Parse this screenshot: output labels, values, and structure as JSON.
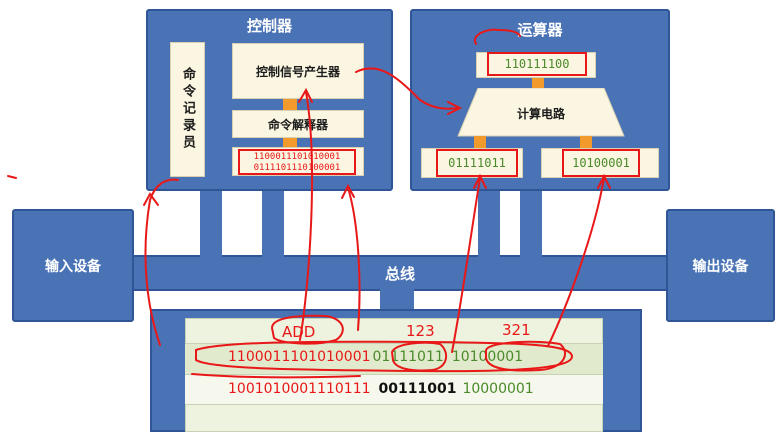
{
  "controller": {
    "title": "控制器",
    "instruction_register": "命令记录员",
    "signal_generator": "控制信号产生器",
    "decoder": "命令解释器",
    "instruction_line1": "1100011101010001",
    "instruction_line2": "0111101110100001"
  },
  "alu": {
    "title": "运算器",
    "result": "110111100",
    "circuit": "计算电路",
    "operand_a": "01111011",
    "operand_b": "10100001"
  },
  "bus": {
    "label": "总线"
  },
  "input_device": "输入设备",
  "output_device": "输出设备",
  "memory": {
    "row1": {
      "instr": "1100011101010001",
      "a": "01111011",
      "b": "10100001"
    },
    "row2": {
      "instr": "1001010001110111",
      "a": "00111001",
      "b": "10000001"
    }
  },
  "annotations": {
    "add": "ADD",
    "n1": "123",
    "n2": "321"
  },
  "colors": {
    "block": "#4a73b5",
    "card": "#fbf6e2",
    "red": "#e81818",
    "orange": "#f29b2c",
    "green": "#4a8a2a"
  }
}
